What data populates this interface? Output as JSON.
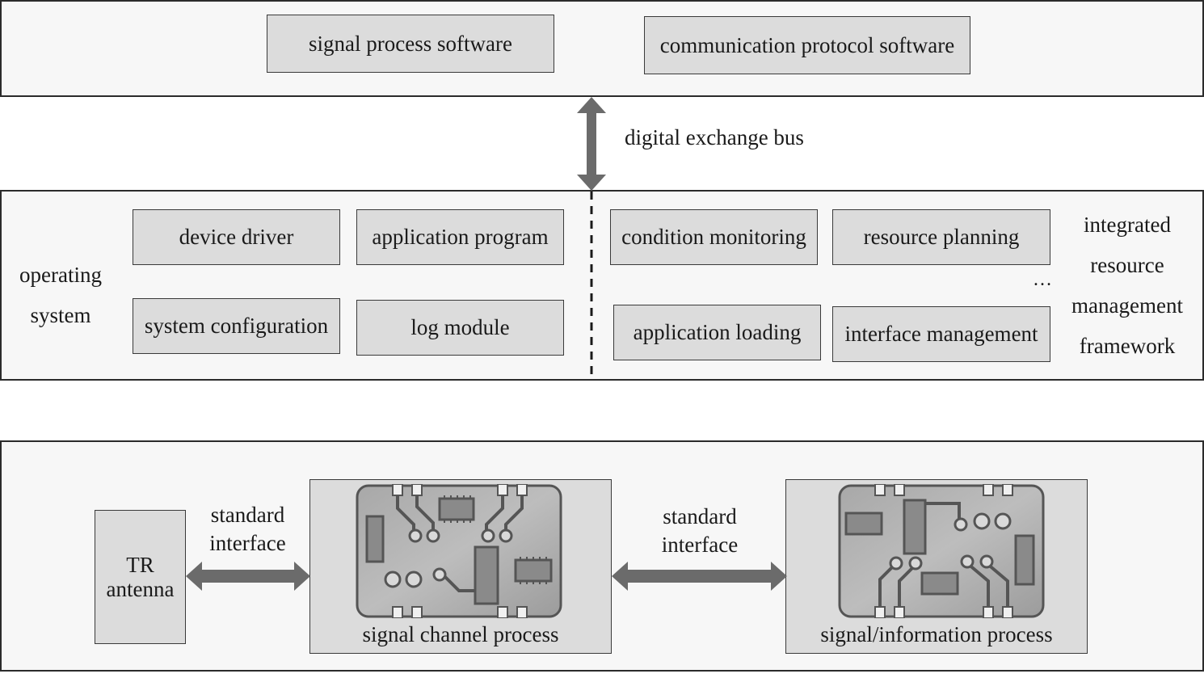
{
  "app_layer": {
    "signal_process_software": "signal process software",
    "communication_protocol_software": "communication protocol software"
  },
  "bus": {
    "label": "digital exchange bus"
  },
  "os_layer": {
    "os_label_line1": "operating",
    "os_label_line2": "system",
    "device_driver": "device driver",
    "application_program": "application program",
    "system_configuration": "system configuration",
    "log_module": "log module",
    "condition_monitoring": "condition monitoring",
    "resource_planning": "resource planning",
    "application_loading": "application loading",
    "interface_management": "interface management",
    "ellipsis": "…",
    "framework_line1": "integrated",
    "framework_line2": "resource",
    "framework_line3": "management",
    "framework_line4": "framework"
  },
  "hw_layer": {
    "tr_antenna_line1": "TR",
    "tr_antenna_line2": "antenna",
    "standard_interface_1_line1": "standard",
    "standard_interface_1_line2": "interface",
    "standard_interface_2_line1": "standard",
    "standard_interface_2_line2": "interface",
    "signal_channel_process": "signal channel process",
    "signal_information_process": "signal/information process"
  },
  "colors": {
    "panel_fill": "#f7f7f7",
    "box_fill": "#dcdcdc",
    "arrow": "#6b6b6b",
    "board_fill": "#9a9a9a"
  }
}
